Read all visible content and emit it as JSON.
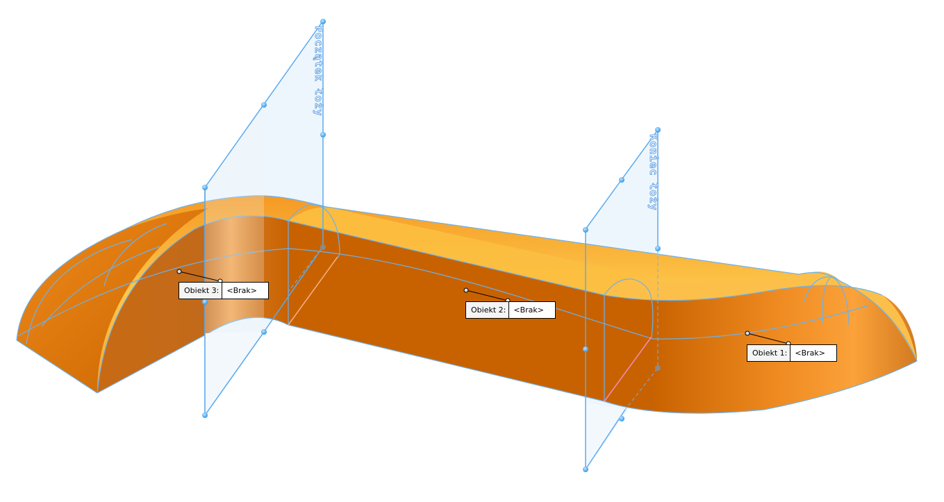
{
  "scene": {
    "model_type": "loft-solid",
    "colors": {
      "body_dark": "#c86200",
      "body_mid": "#e07a12",
      "body_light": "#f7a33c",
      "top_highlight": "#fcc74a",
      "edge_line": "#6ab2f0",
      "plane_fill": "#eef6fd",
      "plane_edge": "#5aaaf0",
      "handle": "#4fb0f0",
      "selected_edge": "#f58cb8",
      "background": "#ffffff"
    }
  },
  "planes": [
    {
      "id": "start",
      "label": "Początek łoży"
    },
    {
      "id": "end",
      "label": "Koniec łoży"
    }
  ],
  "object_tags": [
    {
      "key": "Obiekt 3:",
      "value": "<Brak>"
    },
    {
      "key": "Obiekt 2:",
      "value": "<Brak>"
    },
    {
      "key": "Obiekt 1:",
      "value": "<Brak>"
    }
  ]
}
